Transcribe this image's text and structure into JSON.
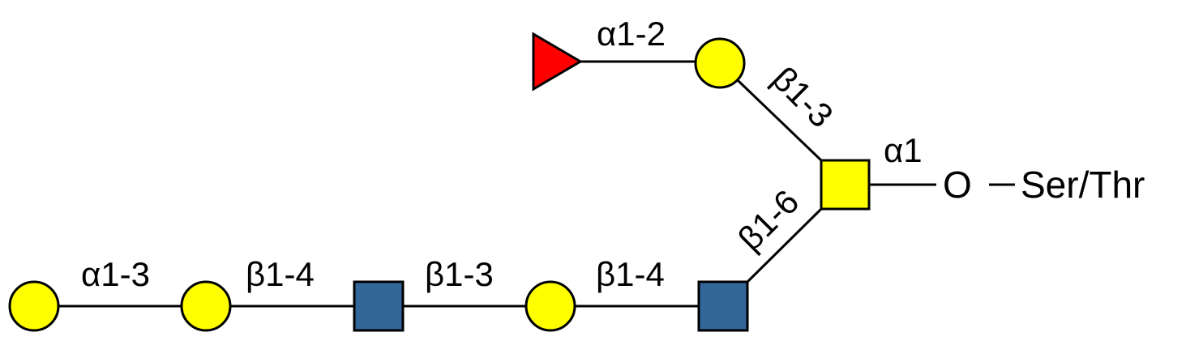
{
  "colors": {
    "galactose": "#FFFF00",
    "glcnac": "#336699",
    "galnac": "#FFFF00",
    "fucose": "#FF0000",
    "outline": "#000000"
  },
  "linkages": {
    "a13": "α1-3",
    "b14_left": "β1-4",
    "b13_bottom": "β1-3",
    "b14_right": "β1-4",
    "b16": "β1-6",
    "b13_top": "β1-3",
    "a12": "α1-2",
    "a1": "α1"
  },
  "aglycone": {
    "o": "O",
    "dash": "−",
    "residue": "Ser/Thr"
  }
}
